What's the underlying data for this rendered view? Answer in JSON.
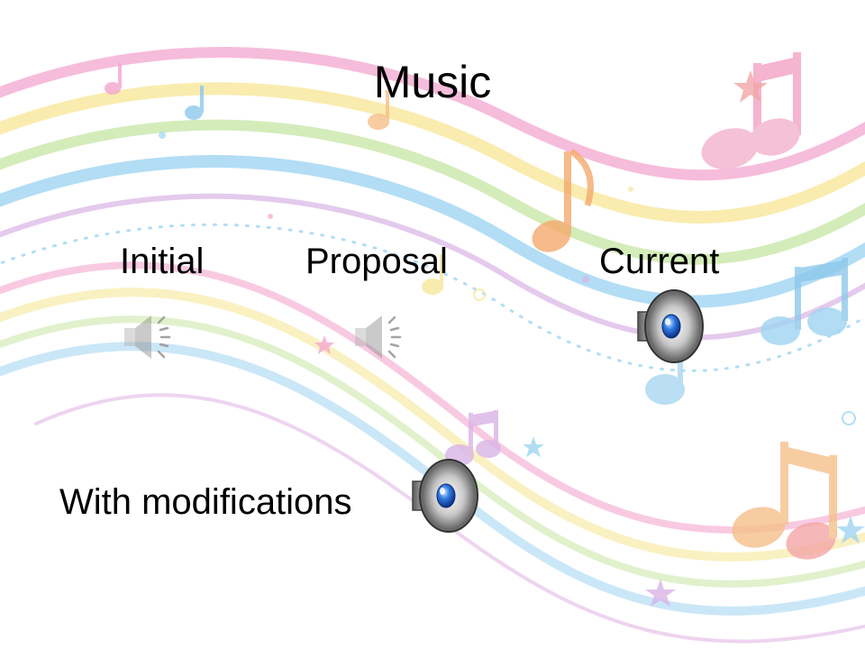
{
  "slide": {
    "title": "Music",
    "labels": {
      "initial": "Initial",
      "proposal": "Proposal",
      "current": "Current",
      "with_modifications": "With modifications"
    }
  },
  "icons": {
    "audio_initial": "speaker-icon",
    "audio_proposal": "speaker-icon",
    "audio_current": "speaker-icon",
    "audio_modifications": "speaker-icon"
  },
  "colors": {
    "background": "#ffffff",
    "text": "#000000",
    "speaker_blue": "#1f5fd6",
    "wave_pink": "#f3a6cf",
    "wave_yellow": "#f7e79a",
    "wave_green": "#c6e6a3",
    "wave_blue": "#9fd4f2",
    "wave_lilac": "#d9b3e6"
  }
}
